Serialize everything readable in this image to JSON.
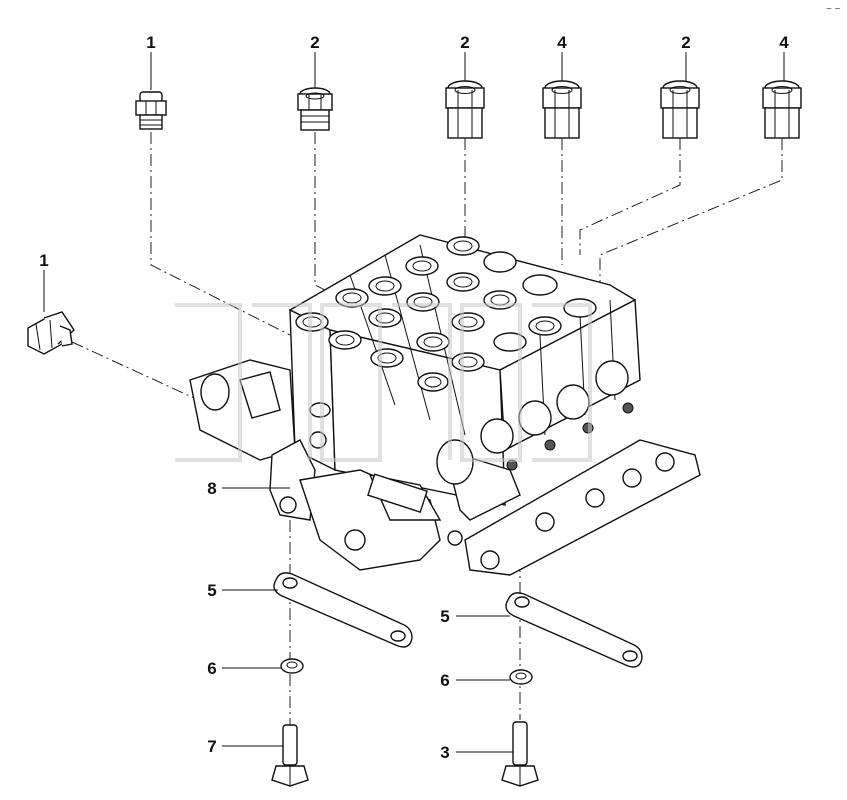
{
  "callouts": [
    {
      "id": "c1",
      "text": "1"
    },
    {
      "id": "c2",
      "text": "2"
    },
    {
      "id": "c3",
      "text": "2"
    },
    {
      "id": "c4",
      "text": "4"
    },
    {
      "id": "c5",
      "text": "2"
    },
    {
      "id": "c6",
      "text": "4"
    },
    {
      "id": "c7",
      "text": "1"
    },
    {
      "id": "c8",
      "text": "8"
    },
    {
      "id": "c9",
      "text": "5"
    },
    {
      "id": "c10",
      "text": "5"
    },
    {
      "id": "c11",
      "text": "6"
    },
    {
      "id": "c12",
      "text": "6"
    },
    {
      "id": "c13",
      "text": "7"
    },
    {
      "id": "c14",
      "text": "3"
    }
  ],
  "watermark": "эпгаб",
  "corner_mark": "~ ~"
}
